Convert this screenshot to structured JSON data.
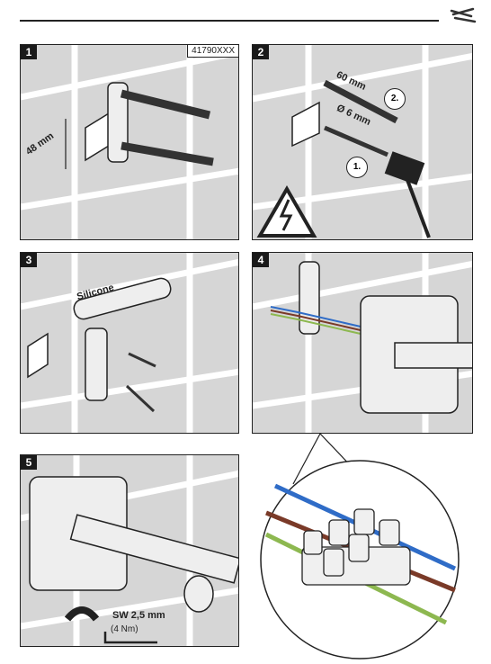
{
  "panels": [
    {
      "number": "1",
      "code": "41790XXX",
      "measure": "48 mm"
    },
    {
      "number": "2",
      "depth": "60 mm",
      "diameter": "Ø 6 mm",
      "step1": "1.",
      "step2": "2."
    },
    {
      "number": "3",
      "sealant": "Silicone"
    },
    {
      "number": "4"
    },
    {
      "number": "5",
      "wrench_size": "SW 2,5 mm",
      "torque": "(4 Nm)"
    }
  ],
  "icons": [
    "wrench-tools-icon",
    "electric-hazard-icon"
  ],
  "colors": {
    "wire_blue": "#2f6cc7",
    "wire_brown": "#7a3a28",
    "wire_green_yellow": "#8db850",
    "panel_bg": "#d6d6d6"
  }
}
